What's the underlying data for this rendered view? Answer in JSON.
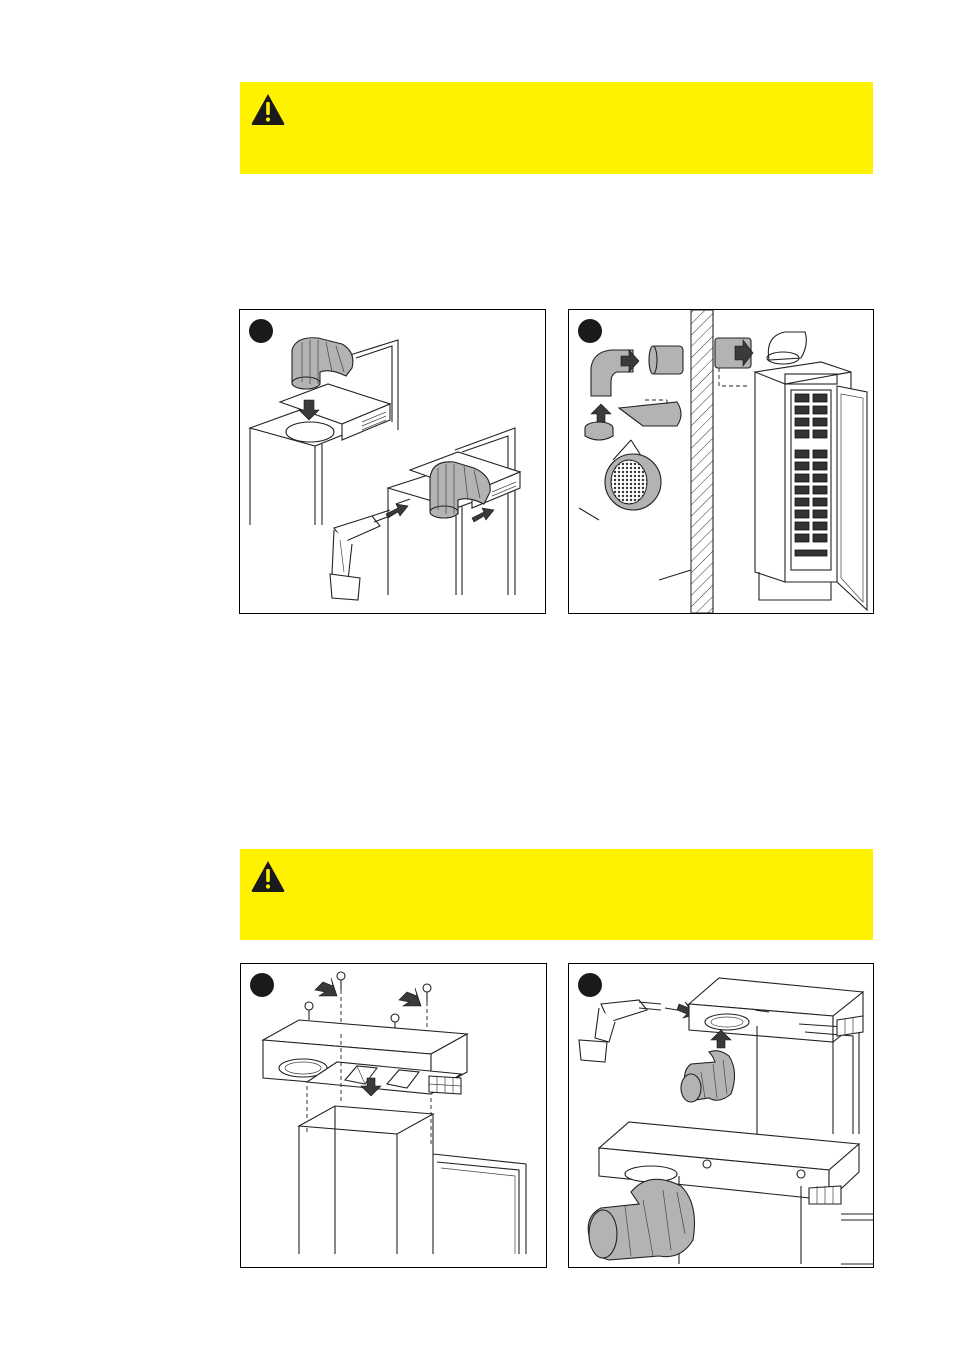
{
  "page": {
    "background": "#ffffff"
  },
  "warnings": [
    {
      "id": "warning-top",
      "color": "#fff200",
      "icon": "warning-triangle-icon"
    },
    {
      "id": "warning-bottom",
      "color": "#fff200",
      "icon": "warning-triangle-icon"
    }
  ],
  "figures": [
    {
      "id": "figure-1",
      "icon": "step-marker-icon",
      "depicts": "duct-elbow-installation"
    },
    {
      "id": "figure-2",
      "icon": "step-marker-icon",
      "depicts": "wall-duct-connection"
    },
    {
      "id": "figure-3",
      "icon": "step-marker-icon",
      "depicts": "hood-mounting"
    },
    {
      "id": "figure-4",
      "icon": "step-marker-icon",
      "depicts": "elbow-screwing"
    }
  ]
}
